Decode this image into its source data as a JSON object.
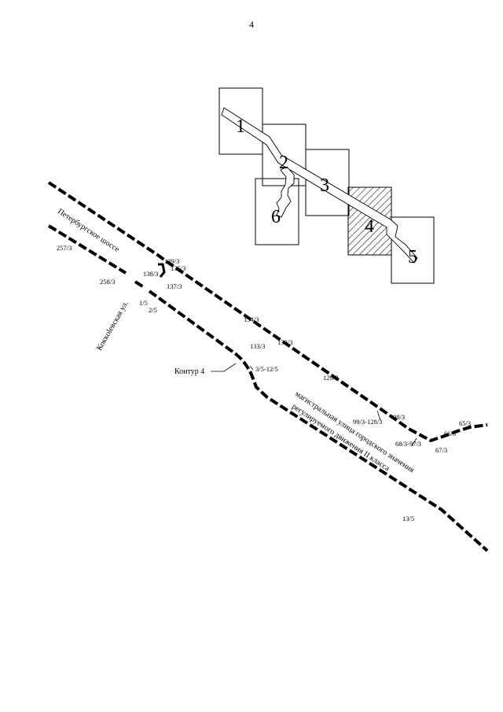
{
  "page_number": "4",
  "index_map": {
    "sheets": [
      {
        "id": "sheet-1",
        "label": "1",
        "hatched": false
      },
      {
        "id": "sheet-2",
        "label": "2",
        "hatched": false
      },
      {
        "id": "sheet-3",
        "label": "3",
        "hatched": false
      },
      {
        "id": "sheet-4",
        "label": "4",
        "hatched": true
      },
      {
        "id": "sheet-5",
        "label": "5",
        "hatched": false
      },
      {
        "id": "sheet-6",
        "label": "6",
        "hatched": false
      }
    ]
  },
  "streets": {
    "peterburgskoe": "Петербургское шоссе",
    "kokkolevskaya": "Коккolевская ул.",
    "arterial_line1": "магистральная улица городского значения",
    "arterial_line2": "регулируемого движения II класса"
  },
  "contour_label": "Контур 4",
  "parcel_labels": {
    "p257_3": "257/3",
    "p258_3": "258/3",
    "p139_3": "139/3",
    "p135_3": "135/3",
    "p138_3": "138/3",
    "p137_3": "137/3",
    "p1_5": "1/5",
    "p2_5": "2/5",
    "p134_3": "134/3",
    "p130_3": "130/3",
    "p133_3": "133/3",
    "p129_3": "129/3",
    "p3_5_12_5": "3/5-12/5",
    "p99_3_128_3": "99/3-128/3",
    "p98_3": "98/3",
    "p68_3_97_3": "68/3-97/3",
    "p67_3": "67/3",
    "p66_3": "66/3",
    "p65_3": "65/3",
    "p13_5": "13/5"
  },
  "colors": {
    "line": "#000000",
    "background": "#ffffff"
  }
}
